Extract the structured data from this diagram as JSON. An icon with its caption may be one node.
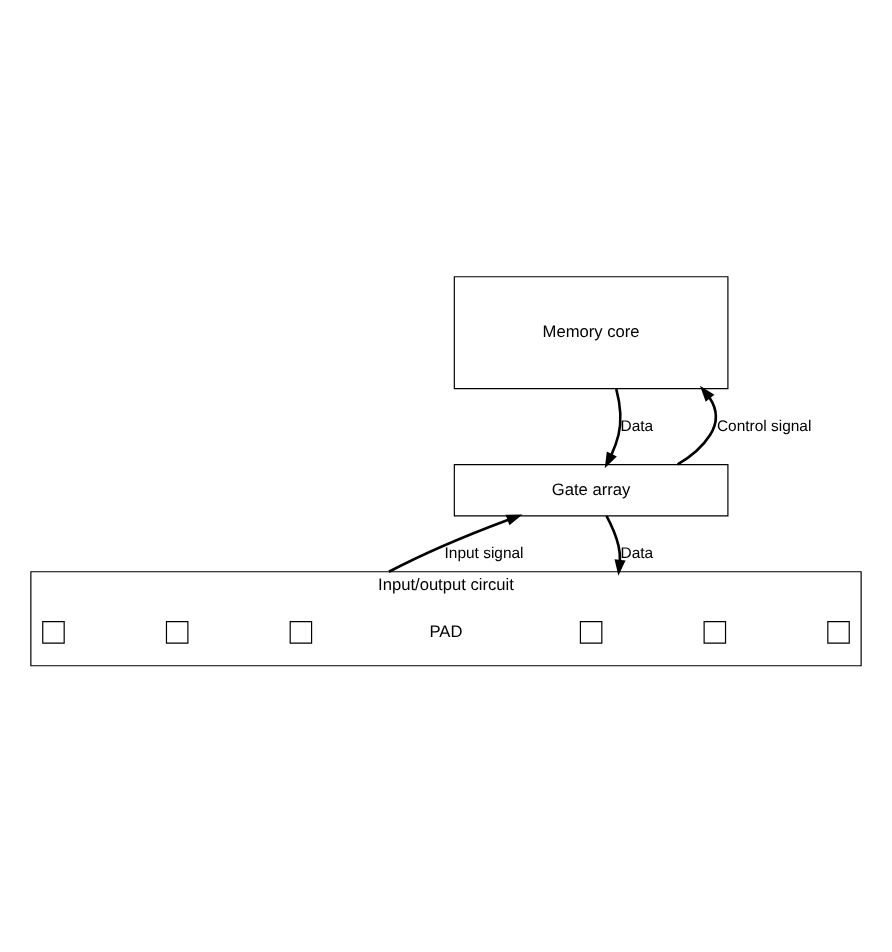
{
  "diagram": {
    "nodes": [
      {
        "text": [
          "Memory core"
        ]
      },
      {
        "text": [
          "Gate array"
        ]
      },
      {
        "text": [
          "Input/output circuit"
        ]
      },
      {
        "text": [],
        "shape": "box",
        "in": 2
      },
      {
        "text": [],
        "shape": "box",
        "in": 2
      },
      {
        "text": [],
        "shape": "box",
        "in": 2
      },
      {
        "text": [],
        "shape": "box",
        "in": 2
      },
      {
        "text": [],
        "shape": "box",
        "in": 2
      },
      {
        "text": [],
        "shape": "box",
        "in": 2
      }
    ],
    "edges": [
      {
        "from": 1,
        "to": 0,
        "arrow": "to",
        "label": "Control signal"
      },
      {
        "from": 0,
        "to": 1,
        "arrow": "to",
        "label": "Data"
      },
      {
        "from": 2,
        "to": 1,
        "arrow": "to",
        "label": "Input signal"
      },
      {
        "from": 1,
        "to": 2,
        "arrow": "to",
        "label": "Data"
      }
    ],
    "labels": [
      "PAD"
    ]
  }
}
